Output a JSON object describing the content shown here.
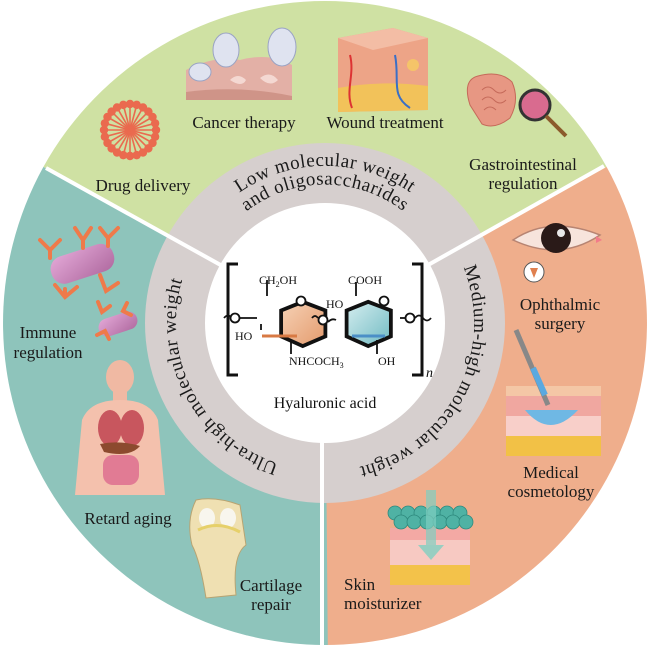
{
  "center": {
    "title": "Hyaluronic acid",
    "groups": {
      "ch2oh": "CH",
      "ch2oh_sub": "2",
      "ch2oh_tail": "OH",
      "ho_left": "HO",
      "nhcoch3": "NHCOCH",
      "nhcoch3_sub": "3",
      "cooh": "COOH",
      "ho_right": "HO",
      "oh": "OH",
      "repeat": "n"
    }
  },
  "ring_labels": {
    "top_line1": "Low molecular weight",
    "top_line2": "and oligosaccharides",
    "right": "Medium-high molecular weight",
    "left": "Ultra-high molecular weight"
  },
  "sectors": {
    "top": {
      "color": "#cfe1a3",
      "items": [
        {
          "label": "Drug delivery",
          "icon": "liposome-icon"
        },
        {
          "label": "Cancer therapy",
          "icon": "tumor-cells-icon"
        },
        {
          "label": "Wound treatment",
          "icon": "skin-tissue-icon"
        },
        {
          "label_line1": "Gastrointestinal",
          "label_line2": "regulation",
          "icon": "intestine-magnifier-icon"
        }
      ]
    },
    "right": {
      "color": "#efae8c",
      "items": [
        {
          "label_line1": "Ophthalmic",
          "label_line2": "surgery",
          "icon": "eye-icon"
        },
        {
          "label_line1": "Medical",
          "label_line2": "cosmetology",
          "icon": "syringe-skin-icon"
        },
        {
          "label_line1": "Skin",
          "label_line2": "moisturizer",
          "icon": "moisturized-skin-icon"
        }
      ]
    },
    "left": {
      "color": "#8ec4bb",
      "items": [
        {
          "label_line1": "Immune",
          "label_line2": "regulation",
          "icon": "antibody-icon"
        },
        {
          "label": "Retard aging",
          "icon": "human-body-icon"
        },
        {
          "label_line1": "Cartilage",
          "label_line2": "repair",
          "icon": "knee-joint-icon"
        }
      ]
    }
  },
  "colors": {
    "ring": "#d6cfce",
    "center": "#ffffff",
    "orange_ring": "#e8a47c",
    "teal_ring": "#7fc2c6"
  }
}
